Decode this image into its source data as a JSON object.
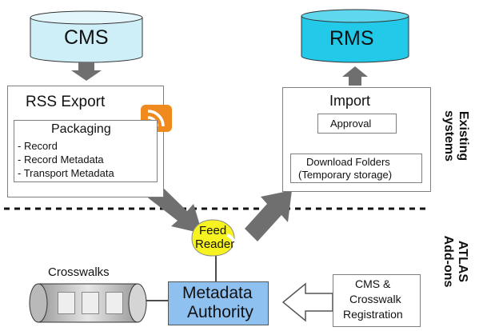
{
  "systems": {
    "cms": "CMS",
    "rms": "RMS",
    "rss_export": "RSS Export",
    "packaging": {
      "title": "Packaging",
      "items": [
        "- Record",
        "- Record Metadata",
        "- Transport Metadata"
      ]
    },
    "import": "Import",
    "approval": "Approval",
    "download_folders": [
      "Download Folders",
      "(Temporary storage)"
    ]
  },
  "feed_reader": [
    "Feed",
    "Reader"
  ],
  "crosswalks": "Crosswalks",
  "metadata_authority": [
    "Metadata",
    "Authority"
  ],
  "registration": [
    "CMS &",
    "Crosswalk",
    "Registration"
  ],
  "side_labels": {
    "existing": [
      "Existing",
      "systems"
    ],
    "atlas": [
      "ATLAS",
      "Add-ons"
    ]
  },
  "colors": {
    "cms_fill": "#cfeff8",
    "rms_fill": "#22c9e8",
    "feed_reader": "#f7f321",
    "metadata_authority": "#8fc1f0",
    "arrow_gray": "#6f6f6f",
    "rss_orange": "#f08a1e"
  },
  "icons": [
    "rss-feed-icon",
    "document-icon"
  ]
}
